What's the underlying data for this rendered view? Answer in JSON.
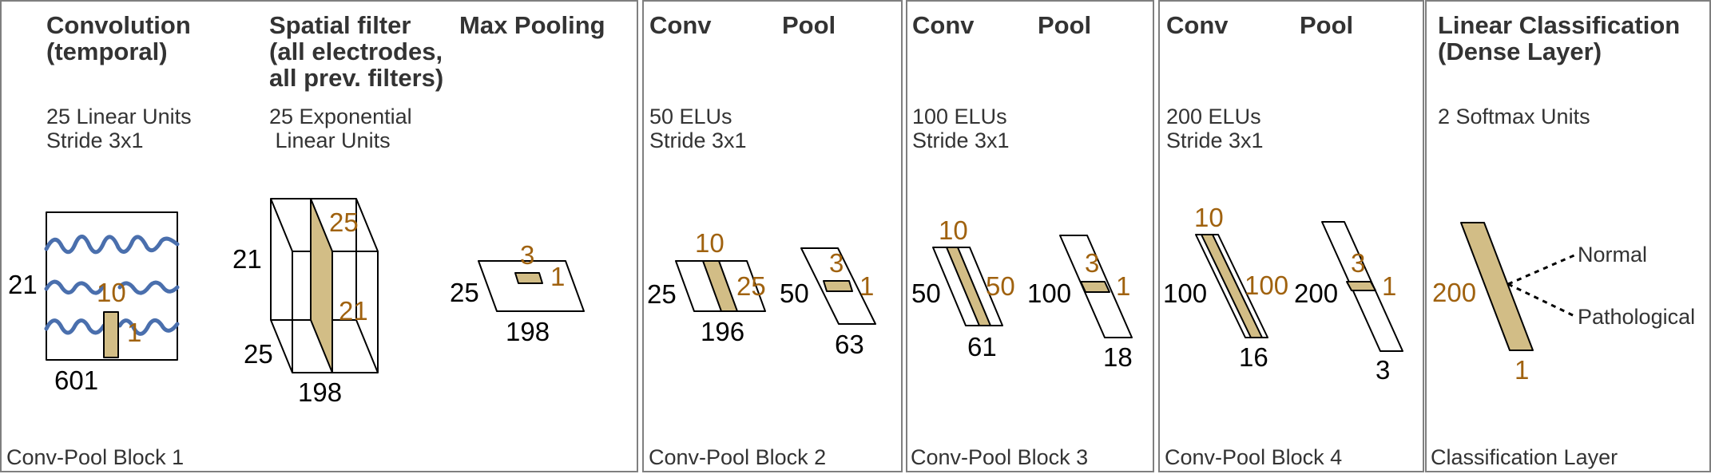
{
  "block1": {
    "conv_title_1": "Convolution",
    "conv_title_2": "(temporal)",
    "conv_units_1": "25 Linear Units",
    "conv_units_2": "Stride 3x1",
    "spatial_title_1": "Spatial filter",
    "spatial_title_2": "(all electrodes,",
    "spatial_title_3": "all prev. filters)",
    "spatial_units_1": "25 Exponential",
    "spatial_units_2": " Linear Units",
    "pool_title": "Max Pooling",
    "input_height": "21",
    "input_width": "601",
    "kernel_height": "10",
    "kernel_width": "1",
    "volume_height": "21",
    "volume_depth": "25",
    "volume_width": "198",
    "spatial_kernel_depth": "25",
    "spatial_kernel_height": "21",
    "pool_depth": "25",
    "pool_width": "198",
    "pool_kernel_height": "3",
    "pool_kernel_width": "1",
    "footer": "Conv-Pool Block 1"
  },
  "block2": {
    "conv_title": "Conv",
    "pool_title": "Pool",
    "units_1": "50 ELUs",
    "units_2": "Stride 3x1",
    "conv_depth": "25",
    "conv_width": "196",
    "conv_kernel_height": "10",
    "conv_kernel_depth": "25",
    "pool_depth": "50",
    "pool_width": "63",
    "pool_kernel_height": "3",
    "pool_kernel_width": "1",
    "footer": "Conv-Pool Block 2"
  },
  "block3": {
    "conv_title": "Conv",
    "pool_title": "Pool",
    "units_1": "100 ELUs",
    "units_2": "Stride 3x1",
    "conv_depth": "50",
    "conv_width": "61",
    "conv_kernel_height": "10",
    "conv_kernel_depth": "50",
    "pool_depth": "100",
    "pool_width": "18",
    "pool_kernel_height": "3",
    "pool_kernel_width": "1",
    "footer": "Conv-Pool Block 3"
  },
  "block4": {
    "conv_title": "Conv",
    "pool_title": "Pool",
    "units_1": "200 ELUs",
    "units_2": "Stride 3x1",
    "conv_depth": "100",
    "conv_width": "16",
    "conv_kernel_height": "10",
    "conv_kernel_depth": "100",
    "pool_depth": "200",
    "pool_width": "3",
    "pool_kernel_height": "3",
    "pool_kernel_width": "1",
    "footer": "Conv-Pool Block 4"
  },
  "classification": {
    "title_1": "Linear Classification",
    "title_2": "(Dense Layer)",
    "units": "2 Softmax Units",
    "input_depth": "200",
    "input_width": "1",
    "class_normal": "Normal",
    "class_pathological": "Pathological",
    "footer": "Classification Layer"
  },
  "colors": {
    "panel_border": "#7f7f7f",
    "highlight_fill": "#d2bd86",
    "orange_label": "#a0620f",
    "eeg_wave": "#4a6fad",
    "text": "#333333"
  }
}
